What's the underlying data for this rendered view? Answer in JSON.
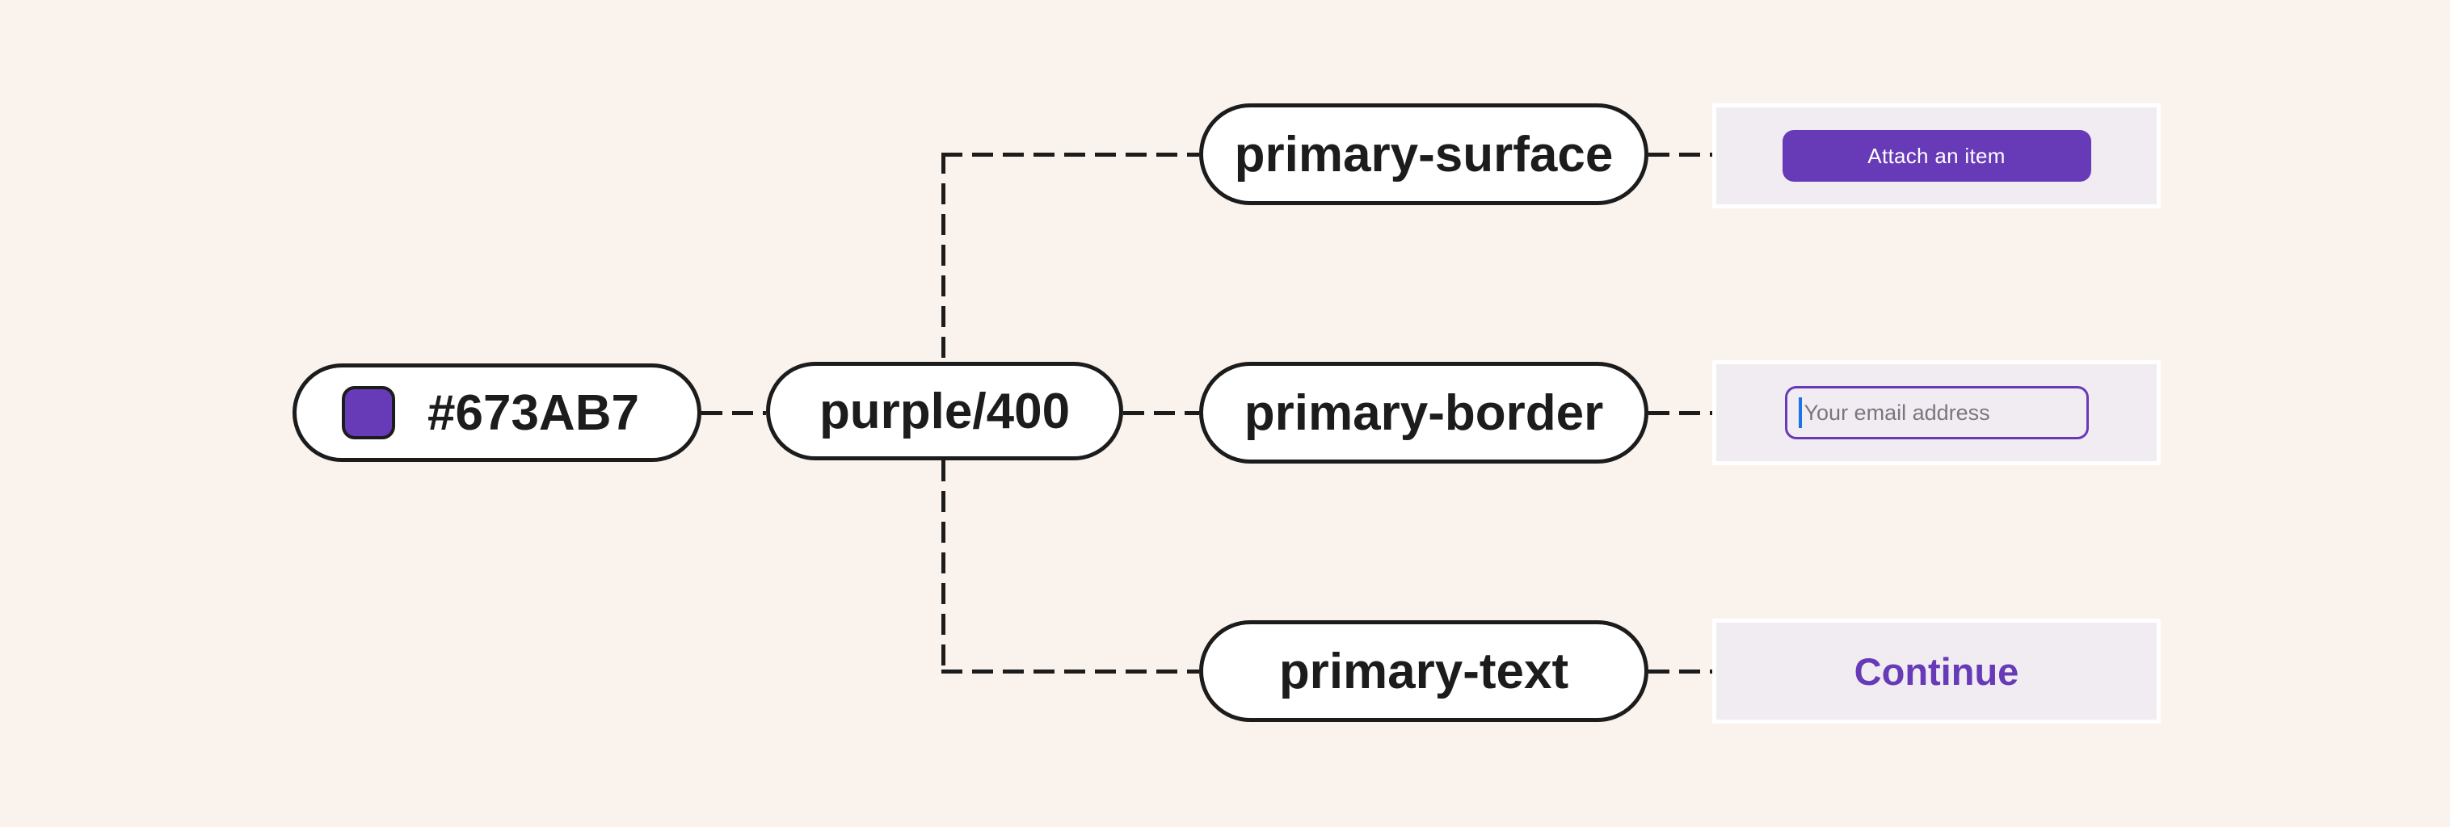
{
  "palette": {
    "purple": "#673AB7",
    "line": "#1C1C1C",
    "page_bg": "#FAF3ED",
    "panel_bg": "#F1ECF1",
    "panel_border": "#FFFFFF",
    "caret": "#1A73E8",
    "placeholder": "#7A7580"
  },
  "diagram": {
    "color_node": {
      "hex": "#673AB7",
      "label": "#673AB7",
      "swatch": "purple-color-swatch"
    },
    "token_node": {
      "label": "purple/400"
    },
    "alias_nodes": [
      {
        "label": "primary-surface"
      },
      {
        "label": "primary-border"
      },
      {
        "label": "primary-text"
      }
    ],
    "edges": [
      "#673AB7 -> purple/400",
      "purple/400 -> primary-surface",
      "purple/400 -> primary-border",
      "purple/400 -> primary-text",
      "primary-surface -> attach-an-item-button",
      "primary-border -> email-input",
      "primary-text -> continue-text"
    ]
  },
  "examples": {
    "button": {
      "label": "Attach an item"
    },
    "input": {
      "placeholder": "Your email address"
    },
    "text": {
      "label": "Continue"
    }
  }
}
